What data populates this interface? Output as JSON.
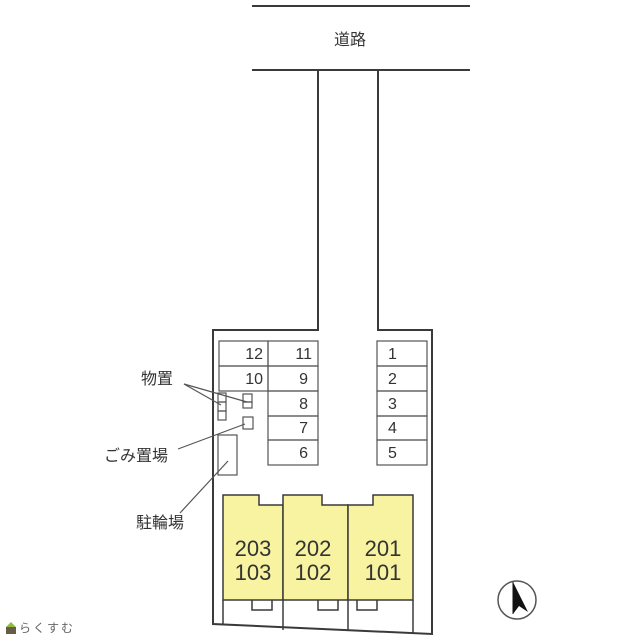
{
  "road": {
    "label": "道路"
  },
  "parking": {
    "left_column_a": [
      "12",
      "10"
    ],
    "left_column_b": [
      "11",
      "9",
      "8",
      "7",
      "6"
    ],
    "right_column": [
      "1",
      "2",
      "3",
      "4",
      "5"
    ]
  },
  "labels": {
    "storage": "物置",
    "garbage": "ごみ置場",
    "bicycle": "駐輪場"
  },
  "units": [
    {
      "upper": "203",
      "lower": "103"
    },
    {
      "upper": "202",
      "lower": "102"
    },
    {
      "upper": "201",
      "lower": "101"
    }
  ],
  "colors": {
    "unit_fill": "#f7f3a0",
    "line": "#3a3a3a"
  },
  "compass": {
    "icon": "north-arrow-icon"
  },
  "brand": {
    "name": "らくすむ"
  }
}
